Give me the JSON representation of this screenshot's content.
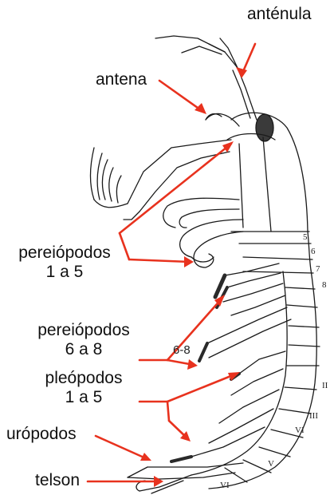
{
  "labels": {
    "antenula": "anténula",
    "antena": "antena",
    "pereiopodos_1_5": {
      "line1": "pereiópodos",
      "line2": "1 a 5"
    },
    "pereiopodos_6_8": {
      "line1": "pereiópodos",
      "line2": "6 a 8"
    },
    "pleopodos": {
      "line1": "pleópodos",
      "line2": "1 a 5"
    },
    "uropodos": "urópodos",
    "telson": "telson",
    "range_6_8": "6-8"
  },
  "segment_numbers": {
    "s5": "5",
    "s6": "6",
    "s7": "7",
    "s8": "8",
    "r2": "II",
    "r3": "III",
    "r5": "V",
    "r6a": "VI",
    "r6b": "VI"
  },
  "colors": {
    "arrow": "#e8321e",
    "ink": "#1a1a1a",
    "eye": "#3a3a3a"
  }
}
